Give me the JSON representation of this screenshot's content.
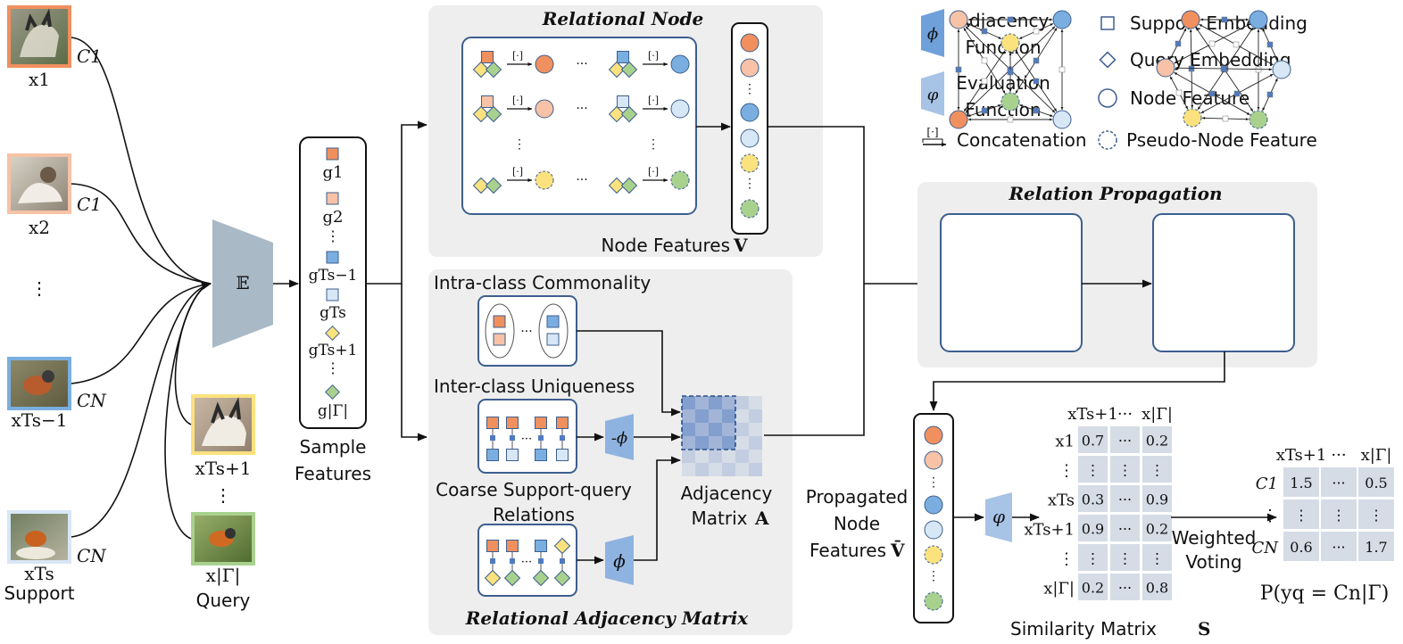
{
  "support": {
    "items": [
      {
        "label": "x1",
        "class": "C1"
      },
      {
        "label": "x2",
        "class": "C1"
      },
      {
        "label": "xTs−1",
        "class": "CN"
      },
      {
        "label": "xTs",
        "class": "CN"
      }
    ],
    "ellipsis": "⋮",
    "caption": "Support"
  },
  "query": {
    "items": [
      {
        "label": "xTs+1"
      },
      {
        "label": "x|Γ|"
      }
    ],
    "ellipsis": "⋮",
    "caption": "Query"
  },
  "encoder": {
    "label": "𝔼"
  },
  "sample_features": {
    "items": [
      "g1",
      "g2",
      "gTs−1",
      "gTs",
      "gTs+1",
      "g|Γ|"
    ],
    "caption_line1": "Sample",
    "caption_line2": "Features"
  },
  "relational_node": {
    "title": "Relational Node",
    "concat_symbol": "[·]",
    "node_features_label": "Node Features",
    "node_features_var": "V"
  },
  "adjacency": {
    "title": "Relational Adjacency Matrix",
    "intra": "Intra-class Commonality",
    "inter": "Inter-class Uniqueness",
    "coarse_line1": "Coarse Support-query",
    "coarse_line2": "Relations",
    "neg_phi": "-ϕ",
    "phi": "ϕ",
    "matrix_label_line1": "Adjacency",
    "matrix_label_line2": "Matrix",
    "matrix_var": "A"
  },
  "legend": {
    "adjacency_line1": "Adjacency",
    "adjacency_line2": "Function",
    "evaluation_line1": "Evaluation",
    "evaluation_line2": "Function",
    "concat": "Concatenation",
    "support_embedding": "Support Embedding",
    "query_embedding": "Query Embedding",
    "node_feature": "Node Feature",
    "pseudo_node_feature": "Pseudo-Node Feature",
    "phi": "ϕ",
    "varphi": "φ",
    "concat_symbol": "[·]"
  },
  "propagation": {
    "title": "Relation Propagation"
  },
  "propagated": {
    "line1": "Propagated",
    "line2": "Node",
    "line3": "Features",
    "var": "V̄",
    "varphi": "φ"
  },
  "similarity": {
    "col_headers": [
      "xTs+1",
      "···",
      "x|Γ|"
    ],
    "rows": [
      {
        "label": "x1",
        "cells": [
          "0.7",
          "···",
          "0.2"
        ]
      },
      {
        "label": "⋮",
        "cells": [
          "⋮",
          "⋮",
          "⋮"
        ]
      },
      {
        "label": "xTs",
        "cells": [
          "0.3",
          "···",
          "0.9"
        ]
      },
      {
        "label": "xTs+1",
        "cells": [
          "0.9",
          "···",
          "0.2"
        ]
      },
      {
        "label": "⋮",
        "cells": [
          "⋮",
          "⋮",
          "⋮"
        ]
      },
      {
        "label": "x|Γ|",
        "cells": [
          "0.2",
          "···",
          "0.8"
        ]
      }
    ],
    "caption": "Similarity Matrix",
    "caption_var": "S"
  },
  "voting": {
    "line1": "Weighted",
    "line2": "Voting"
  },
  "result": {
    "col_headers": [
      "xTs+1",
      "···",
      "x|Γ|"
    ],
    "rows": [
      {
        "label": "C1",
        "cells": [
          "1.5",
          "···",
          "0.5"
        ]
      },
      {
        "label": "⋮",
        "cells": [
          "⋮",
          "⋮",
          "⋮"
        ]
      },
      {
        "label": "CN",
        "cells": [
          "0.6",
          "···",
          "1.7"
        ]
      }
    ],
    "formula": "P(yq = Cn|Γ)"
  },
  "colors": {
    "orange": "#f0905e",
    "orange_light": "#f7c2a6",
    "blue": "#7aaee0",
    "blue_light": "#d7e7f6",
    "yellow": "#fbe27e",
    "green": "#a9d18e",
    "panel_bg": "#eeeeee",
    "box_border": "#3d5f8f",
    "encoder": "#a9b9c6",
    "phi": "#8fb3e0",
    "cell": "#d5dce6"
  }
}
